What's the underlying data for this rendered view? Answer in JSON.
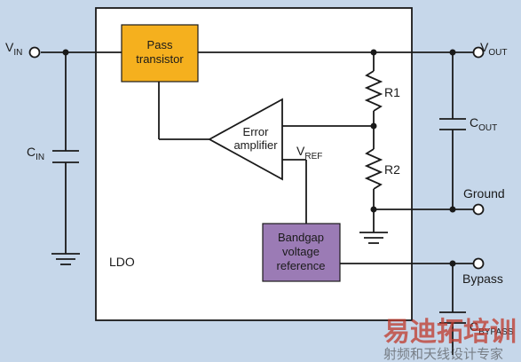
{
  "colors": {
    "background": "#c6d7ea",
    "ldo_box": "#ffffff",
    "pass_transistor": "#f5b01e",
    "bandgap": "#9b7bb5",
    "wire": "#1a1a1a"
  },
  "blocks": {
    "pass_transistor": [
      "Pass",
      "transistor"
    ],
    "error_amplifier": [
      "Error",
      "amplifier"
    ],
    "bandgap": [
      "Bandgap",
      "voltage",
      "reference"
    ],
    "ldo": "LDO"
  },
  "labels": {
    "vin": {
      "main": "V",
      "sub": "IN"
    },
    "vout": {
      "main": "V",
      "sub": "OUT"
    },
    "vref": {
      "main": "V",
      "sub": "REF"
    },
    "cin": {
      "main": "C",
      "sub": "IN"
    },
    "cout": {
      "main": "C",
      "sub": "OUT"
    },
    "cbypass": {
      "main": "C",
      "sub": "BYPASS"
    },
    "r1": "R1",
    "r2": "R2",
    "ground": "Ground",
    "bypass": "Bypass"
  },
  "watermark": {
    "brand": "易迪拓培训",
    "tagline": "射频和天线设计专家"
  }
}
